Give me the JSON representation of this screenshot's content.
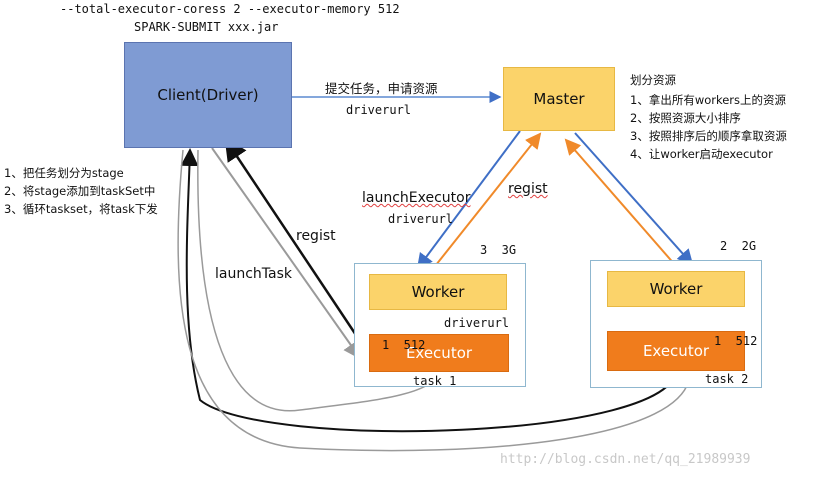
{
  "command": {
    "line1": "--total-executor-coress 2 --executor-memory 512",
    "line2": "SPARK-SUBMIT xxx.jar"
  },
  "client": {
    "label": "Client(Driver)"
  },
  "master": {
    "label": "Master"
  },
  "submit": {
    "label": "提交任务，申请资源",
    "driverurl": "driverurl"
  },
  "master_steps": {
    "title": "划分资源",
    "items": [
      "1、拿出所有workers上的资源",
      "2、按照资源大小排序",
      "3、按照排序后的顺序拿取资源",
      "4、让worker启动executor"
    ]
  },
  "driver_steps": {
    "items": [
      "1、把任务划分为stage",
      "2、将stage添加到taskSet中",
      "3、循环taskset，将task下发"
    ]
  },
  "arrows": {
    "launch_executor": "launchExecutor",
    "launch_executor_url": "driverurl",
    "regist_right": "regist",
    "regist_left": "regist",
    "launch_task": "launchTask",
    "inner_driverurl": "driverurl"
  },
  "node1": {
    "resources": "3  3G",
    "worker": "Worker",
    "executor": "Executor",
    "executor_res": "1  512",
    "task": "task 1"
  },
  "node2": {
    "resources": "2  2G",
    "worker": "Worker",
    "executor": "Executor",
    "executor_res": "1  512",
    "task": "task 2"
  },
  "watermark": "http://blog.csdn.net/qq_21989939",
  "colors": {
    "client_fill": "#7f9bd3",
    "master_fill": "#fbd36a",
    "executor_fill": "#f07c1c",
    "blue_arrow": "#3f6fc6",
    "orange_arrow": "#f08a2a"
  }
}
